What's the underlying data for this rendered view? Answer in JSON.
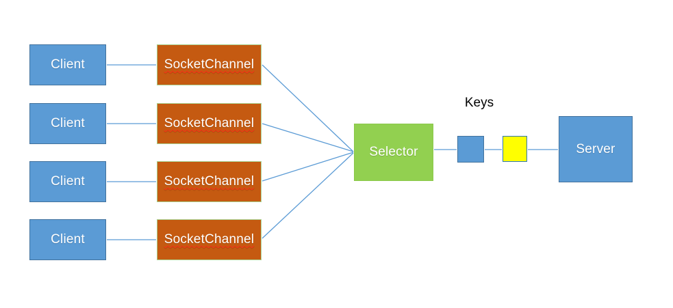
{
  "diagram": {
    "clients": [
      {
        "label": "Client"
      },
      {
        "label": "Client"
      },
      {
        "label": "Client"
      },
      {
        "label": "Client"
      }
    ],
    "channels": [
      {
        "label": "SocketChannel"
      },
      {
        "label": "SocketChannel"
      },
      {
        "label": "SocketChannel"
      },
      {
        "label": "SocketChannel"
      }
    ],
    "selector": {
      "label": "Selector"
    },
    "keys_label": "Keys",
    "server": {
      "label": "Server"
    },
    "colors": {
      "client_fill": "#5B9BD5",
      "client_border": "#41719C",
      "channel_fill": "#C55A11",
      "channel_border": "#A9D18E",
      "channel_text_squiggle": "#FF2D16",
      "selector_fill": "#92D050",
      "key_blue_fill": "#5B9BD5",
      "key_yellow_fill": "#FFFF00",
      "server_fill": "#5B9BD5",
      "connector_line": "#5B9BD5",
      "label_text": "#FFFFFF",
      "keys_text": "#000000",
      "background": "#FFFFFF"
    }
  }
}
